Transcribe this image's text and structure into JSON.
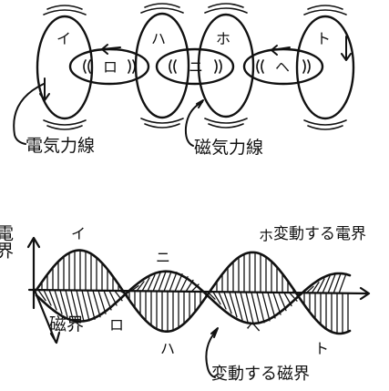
{
  "top_diagram": {
    "loop_labels": [
      "イ",
      "ハ",
      "ホ",
      "ト"
    ],
    "ring_labels": [
      "ロ",
      "ニ",
      "ヘ"
    ],
    "left_caption": "電気力線",
    "right_caption": "磁気力線"
  },
  "bottom_diagram": {
    "vertical_axis_label": "電界",
    "horizontal_axis_label": "磁界",
    "electric_wave_label": "変動する電界",
    "magnetic_wave_label": "変動する磁界",
    "point_labels": [
      "イ",
      "ロ",
      "ハ",
      "ニ",
      "ホ",
      "ヘ",
      "ト"
    ]
  }
}
